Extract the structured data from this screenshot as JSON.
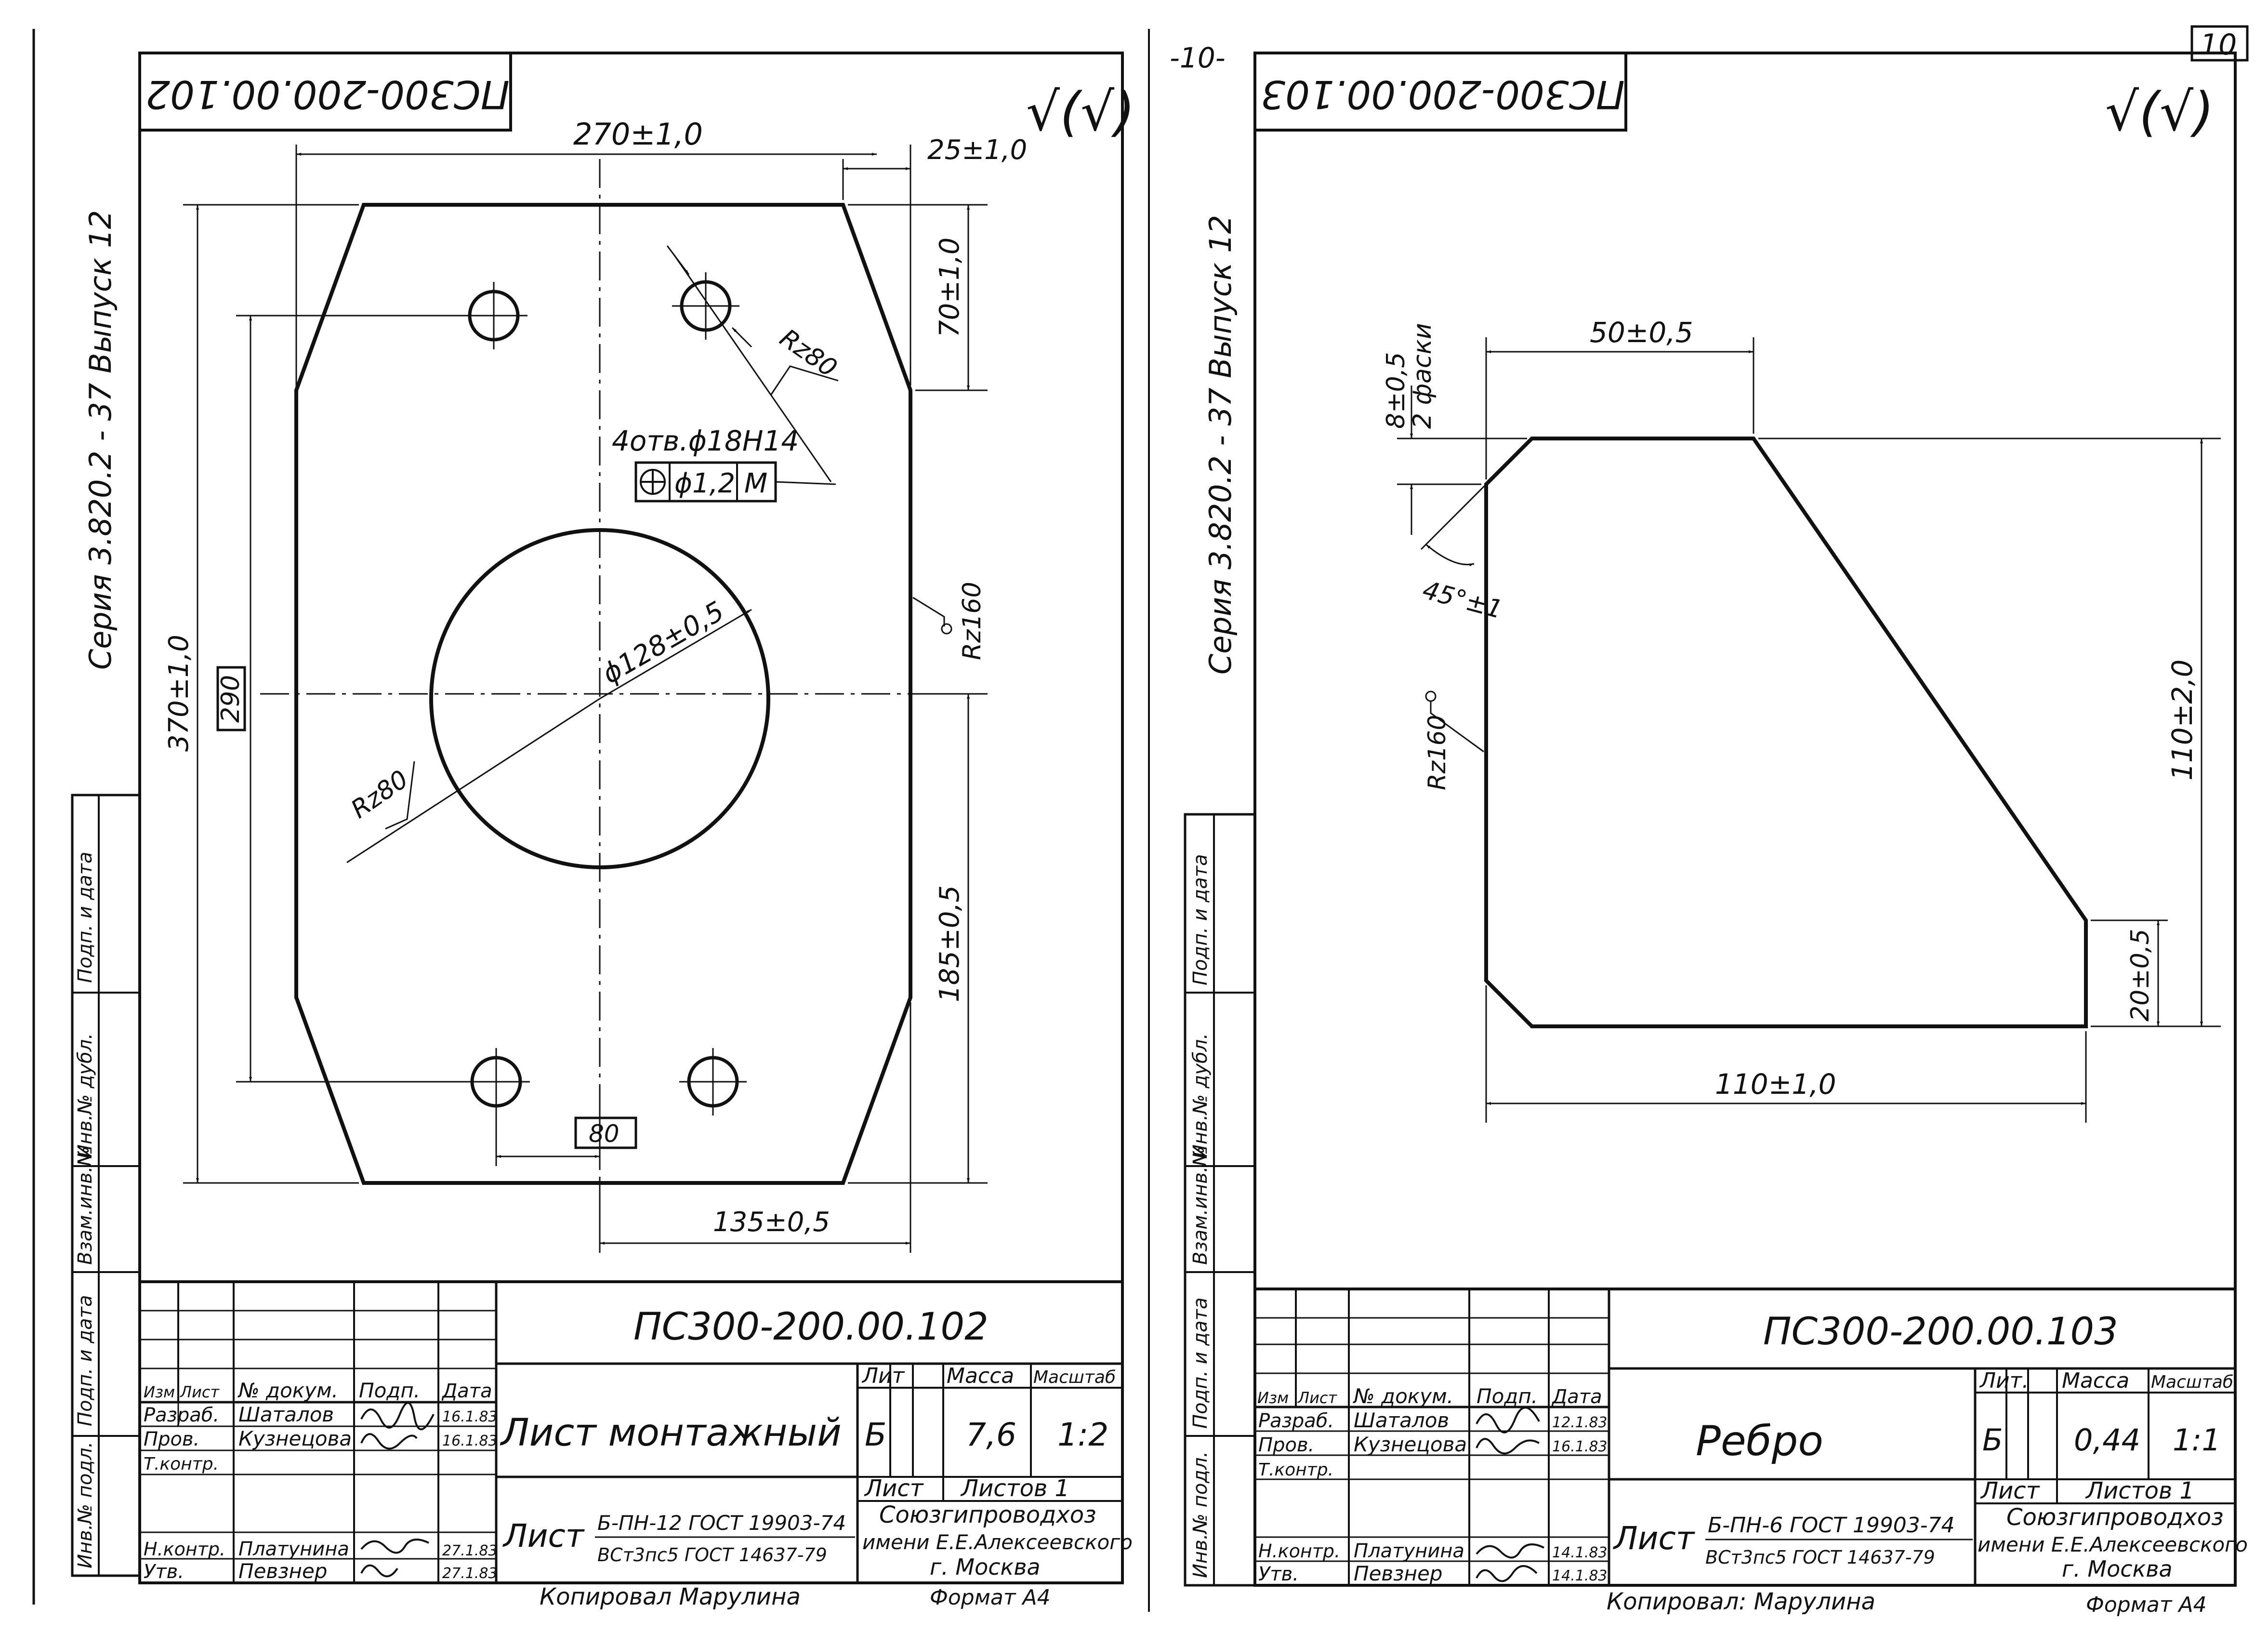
{
  "page_number": "10",
  "page_number_mid": "-10-",
  "left_sheet": {
    "corner_code": "ПС300-200.00.102",
    "roughness_symbol": "√(√)",
    "series": "Серия 3.820.2 - 37 Выпуск 12",
    "dims": {
      "width": "270±1,0",
      "chamfer_h": "25±1,0",
      "chamfer_v": "70±1,0",
      "height": "370±1,0",
      "hole_span_v": "290",
      "hole_span_h": "80",
      "lower_v": "185±0,5",
      "lower_h": "135±0,5",
      "center_hole": "ϕ128±0,5",
      "rz_top": "Rz80",
      "rz_bore": "Rz80",
      "rz_side": "Rz160",
      "holes_note": "4отв.ϕ18Н14",
      "position_tol": "ϕ1,2",
      "position_mod": "M"
    },
    "title_block": {
      "doc_code": "ПС300-200.00.102",
      "name": "Лист монтажный",
      "hdr_izm": "Изм",
      "hdr_list": "Лист",
      "hdr_doc": "№ докум.",
      "hdr_sign": "Подп.",
      "hdr_date": "Дата",
      "rows": [
        {
          "role": "Разраб.",
          "person": "Шаталов",
          "date": "16.1.83"
        },
        {
          "role": "Пров.",
          "person": "Кузнецова",
          "date": "16.1.83"
        },
        {
          "role": "Т.контр.",
          "person": "",
          "date": ""
        },
        {
          "role": "Н.контр.",
          "person": "Платунина",
          "date": "27.1.83"
        },
        {
          "role": "Утв.",
          "person": "Певзнер",
          "date": "27.1.83"
        }
      ],
      "lit_label": "Лит",
      "mass_label": "Масса",
      "scale_label": "Масштаб",
      "lit": "Б",
      "mass": "7,6",
      "scale": "1:2",
      "sheet_label": "Лист",
      "sheets_label": "Листов 1",
      "material_prefix": "Лист",
      "material_top": "Б-ПН-12 ГОСТ 19903-74",
      "material_bottom": "ВСт3пс5 ГОСТ 14637-79",
      "org_line1": "Союзгипроводхоз",
      "org_line2": "имени Е.Е.Алексеевского",
      "org_line3": "г. Москва",
      "copied": "Копировал Марулина",
      "format": "Формат А4"
    },
    "side_stamp": [
      "Инв.№ подл.",
      "Подп. и дата",
      "Взам.инв.№",
      "Инв.№ дубл.",
      "Подп. и дата"
    ]
  },
  "right_sheet": {
    "corner_code": "ПС300-200.00.103",
    "roughness_symbol": "√(√)",
    "series": "Серия 3.820.2 - 37 Выпуск 12",
    "dims": {
      "top_width": "50±0,5",
      "chamfer": "8±0,5",
      "chamfer_note": "2 фаски",
      "angle": "45°±1",
      "height": "110±2,0",
      "bottom_edge": "20±0,5",
      "bottom_width": "110±1,0",
      "rz": "Rz160"
    },
    "title_block": {
      "doc_code": "ПС300-200.00.103",
      "name": "Ребро",
      "hdr_izm": "Изм",
      "hdr_list": "Лист",
      "hdr_doc": "№ докум.",
      "hdr_sign": "Подп.",
      "hdr_date": "Дата",
      "rows": [
        {
          "role": "Разраб.",
          "person": "Шаталов",
          "date": "12.1.83"
        },
        {
          "role": "Пров.",
          "person": "Кузнецова",
          "date": "16.1.83"
        },
        {
          "role": "Т.контр.",
          "person": "",
          "date": ""
        },
        {
          "role": "Н.контр.",
          "person": "Платунина",
          "date": "14.1.83"
        },
        {
          "role": "Утв.",
          "person": "Певзнер",
          "date": "14.1.83"
        }
      ],
      "lit_label": "Лит.",
      "mass_label": "Масса",
      "scale_label": "Масштаб",
      "lit": "Б",
      "mass": "0,44",
      "scale": "1:1",
      "sheet_label": "Лист",
      "sheets_label": "Листов 1",
      "material_prefix": "Лист",
      "material_top": "Б-ПН-6 ГОСТ 19903-74",
      "material_bottom": "ВСт3пс5 ГОСТ 14637-79",
      "org_line1": "Союзгипроводхоз",
      "org_line2": "имени Е.Е.Алексеевского",
      "org_line3": "г. Москва",
      "copied": "Копировал: Марулина",
      "format": "Формат А4"
    },
    "side_stamp": [
      "Инв.№ подл.",
      "Подп. и дата",
      "Взам.инв.№",
      "Инв.№ дубл.",
      "Подп. и дата"
    ]
  }
}
